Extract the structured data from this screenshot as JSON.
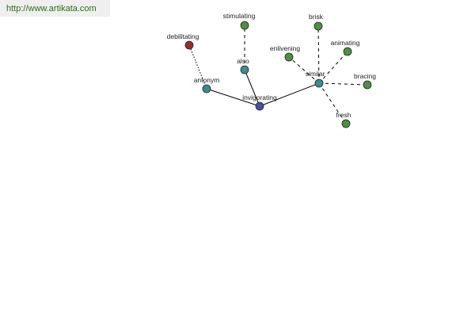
{
  "site_link": {
    "text": "http://www.artikata.com"
  },
  "graph": {
    "colors": {
      "root": "#4a4f9e",
      "relation": "#3f8a8a",
      "synonym_word": "#4e8f45",
      "antonym_word": "#9c2b2b"
    },
    "nodes": [
      {
        "id": "invigorating",
        "label": "invigorating",
        "kind": "root"
      },
      {
        "id": "antonym",
        "label": "antonym",
        "kind": "relation"
      },
      {
        "id": "also",
        "label": "also",
        "kind": "relation"
      },
      {
        "id": "similar",
        "label": "similar",
        "kind": "relation"
      },
      {
        "id": "debilitating",
        "label": "debilitating",
        "kind": "antonym_word"
      },
      {
        "id": "stimulating",
        "label": "stimulating",
        "kind": "synonym_word"
      },
      {
        "id": "enlivening",
        "label": "enlivening",
        "kind": "synonym_word"
      },
      {
        "id": "brisk",
        "label": "brisk",
        "kind": "synonym_word"
      },
      {
        "id": "animating",
        "label": "animating",
        "kind": "synonym_word"
      },
      {
        "id": "bracing",
        "label": "bracing",
        "kind": "synonym_word"
      },
      {
        "id": "fresh",
        "label": "fresh",
        "kind": "synonym_word"
      }
    ],
    "edges": [
      {
        "from": "invigorating",
        "to": "antonym",
        "style": "solid"
      },
      {
        "from": "invigorating",
        "to": "also",
        "style": "solid"
      },
      {
        "from": "invigorating",
        "to": "similar",
        "style": "solid"
      },
      {
        "from": "antonym",
        "to": "debilitating",
        "style": "dotted"
      },
      {
        "from": "also",
        "to": "stimulating",
        "style": "dashed"
      },
      {
        "from": "similar",
        "to": "enlivening",
        "style": "dashed"
      },
      {
        "from": "similar",
        "to": "brisk",
        "style": "dashed"
      },
      {
        "from": "similar",
        "to": "animating",
        "style": "dashed"
      },
      {
        "from": "similar",
        "to": "bracing",
        "style": "dashed"
      },
      {
        "from": "similar",
        "to": "fresh",
        "style": "dashed"
      }
    ]
  }
}
